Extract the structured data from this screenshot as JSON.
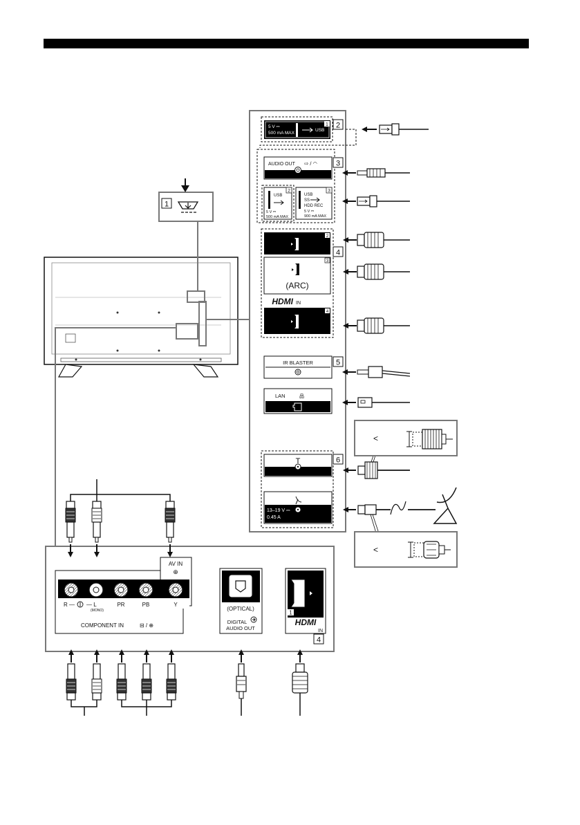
{
  "header": {
    "bar_color": "#000000"
  },
  "callouts": {
    "c1": "1",
    "c2": "2",
    "c3": "3",
    "c4": "4",
    "c5": "5",
    "c6": "6",
    "c4b": "4"
  },
  "usb1": {
    "spec1": "5 V ⎓",
    "spec2": "500 mA MAX",
    "label": "USB",
    "num": "1"
  },
  "audio_out": {
    "label": "AUDIO OUT",
    "icons": "⇨ / ◠"
  },
  "usb2": {
    "label": "USB",
    "spec1": "5 V ⎓",
    "spec2": "500 mA MAX",
    "num": "2"
  },
  "usb3": {
    "label": "USB",
    "ss": "SS",
    "hdd": "HDD REC",
    "spec1": "5 V ⎓",
    "spec2": "900 mA MAX",
    "num": "3"
  },
  "hdmi_panel": {
    "num2": "2",
    "num3": "3",
    "num4": "4",
    "arc": "(ARC)",
    "logo": "HDMI",
    "in": "IN"
  },
  "ir": {
    "label": "IR BLASTER"
  },
  "lan": {
    "label": "LAN",
    "sym": "品"
  },
  "rf": {
    "cable": "T"
  },
  "sat": {
    "spec1": "13–19 V ⎓",
    "spec2": "0.45 A"
  },
  "inset_top": {
    "lt": "<"
  },
  "inset_bottom": {
    "lt": "<"
  },
  "bottom_panel": {
    "av_in": "AV IN",
    "av_icon": "⊕",
    "r": "R —",
    "l": "— L",
    "mono": "(MONO)",
    "pr": "PR",
    "pb": "PB",
    "y": "Y",
    "component": "COMPONENT IN",
    "component_icon": "⊟ / ⊕",
    "optical": "(OPTICAL)",
    "digital": "DIGITAL",
    "audio_out": "AUDIO OUT",
    "hdmi1": "1",
    "hdmi_logo": "HDMI",
    "hdmi_in": "IN"
  }
}
